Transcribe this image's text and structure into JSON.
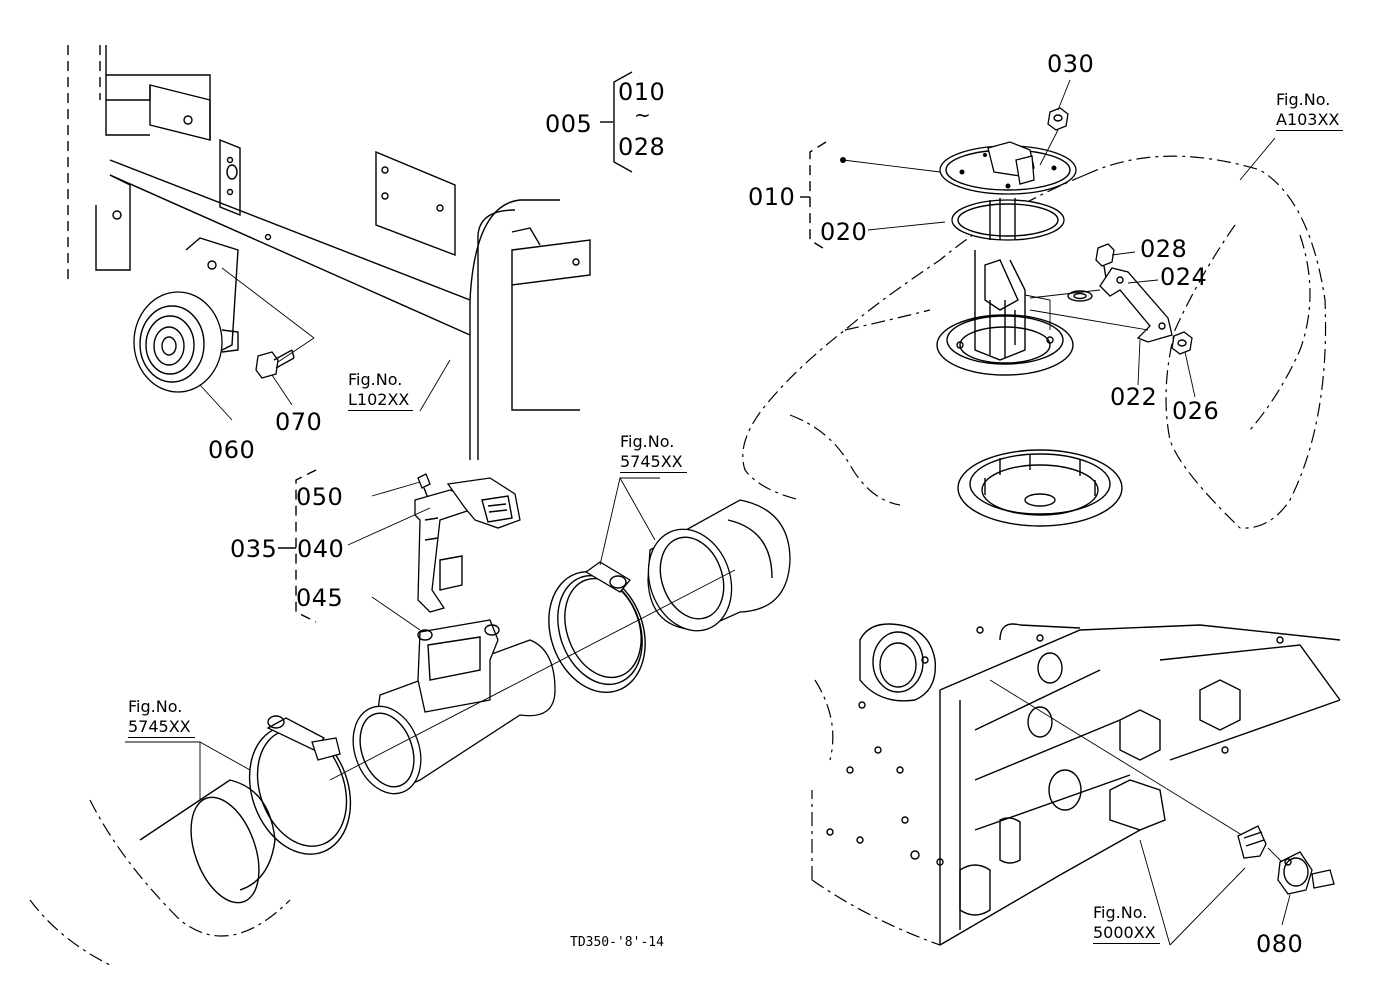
{
  "parts": {
    "p005": "005",
    "p010_range": "010",
    "tilde": "~",
    "p028_range": "028",
    "p010": "010",
    "p020": "020",
    "p030": "030",
    "p028": "028",
    "p024": "024",
    "p022": "022",
    "p026": "026",
    "p060": "060",
    "p070": "070",
    "p050": "050",
    "p035": "035",
    "p040": "040",
    "p045": "045",
    "p080": "080"
  },
  "figure_refs": {
    "fig_label": "Fig.No.",
    "l102": "L102XX",
    "a103": "A103XX",
    "f5745_upper": "5745XX",
    "f5745_lower": "5745XX",
    "f5000": "5000XX"
  },
  "drawing_code": "TD350-'8'-14",
  "icons": [
    "horn-icon",
    "bolt-icon",
    "fuel-pump-icon",
    "mass-airflow-sensor-icon",
    "hose-clamp-icon",
    "rubber-hose-icon",
    "oil-pressure-switch-icon",
    "engine-block-icon"
  ]
}
